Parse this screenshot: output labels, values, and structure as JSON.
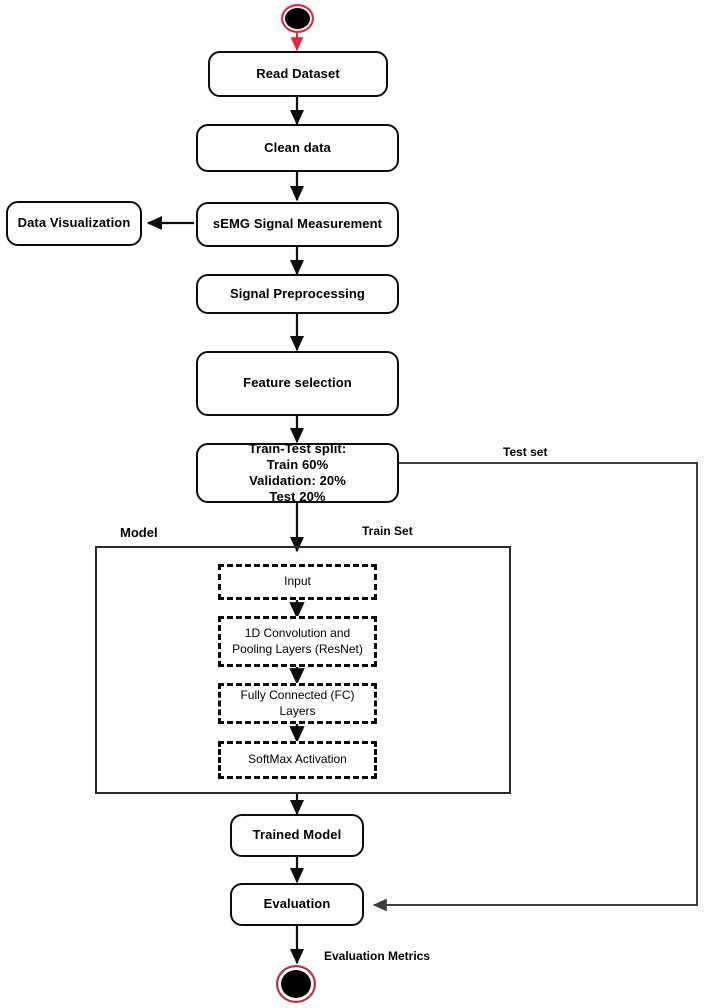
{
  "diagram": {
    "title": "sEMG deep-learning pipeline flowchart",
    "colors": {
      "stroke": "#0d0d0d",
      "terminator_fill": "#000000",
      "start_ring": "#e8243c",
      "end_ring": "#c8233a",
      "start_arrow": "#e8243c",
      "background": "#ffffff"
    },
    "nodes": {
      "start": {
        "name": "start-node",
        "label": ""
      },
      "read_dataset": {
        "label": "Read Dataset"
      },
      "clean_data": {
        "label": "Clean data"
      },
      "semg_measurement": {
        "label": "sEMG Signal Measurement"
      },
      "data_visualization": {
        "label": "Data Visualization"
      },
      "signal_preprocessing": {
        "label": "Signal Preprocessing"
      },
      "feature_selection": {
        "label": "Feature selection"
      },
      "train_test_split": {
        "label": "Train-Test split:\nTrain 60%\nValidation: 20%\nTest 20%"
      },
      "model_group": {
        "label": "Model"
      },
      "input_layer": {
        "label": "Input"
      },
      "conv_pool": {
        "label": "1D Convolution and\nPooling Layers (ResNet)"
      },
      "fc_layers": {
        "label": "Fully Connected (FC)\nLayers"
      },
      "softmax": {
        "label": "SoftMax Activation"
      },
      "trained_model": {
        "label": "Trained Model"
      },
      "evaluation": {
        "label": "Evaluation"
      },
      "end": {
        "name": "end-node",
        "label": ""
      }
    },
    "edge_labels": {
      "test_set": "Test set",
      "train_set": "Train Set",
      "evaluation_metrics": "Evaluation Metrics"
    }
  }
}
